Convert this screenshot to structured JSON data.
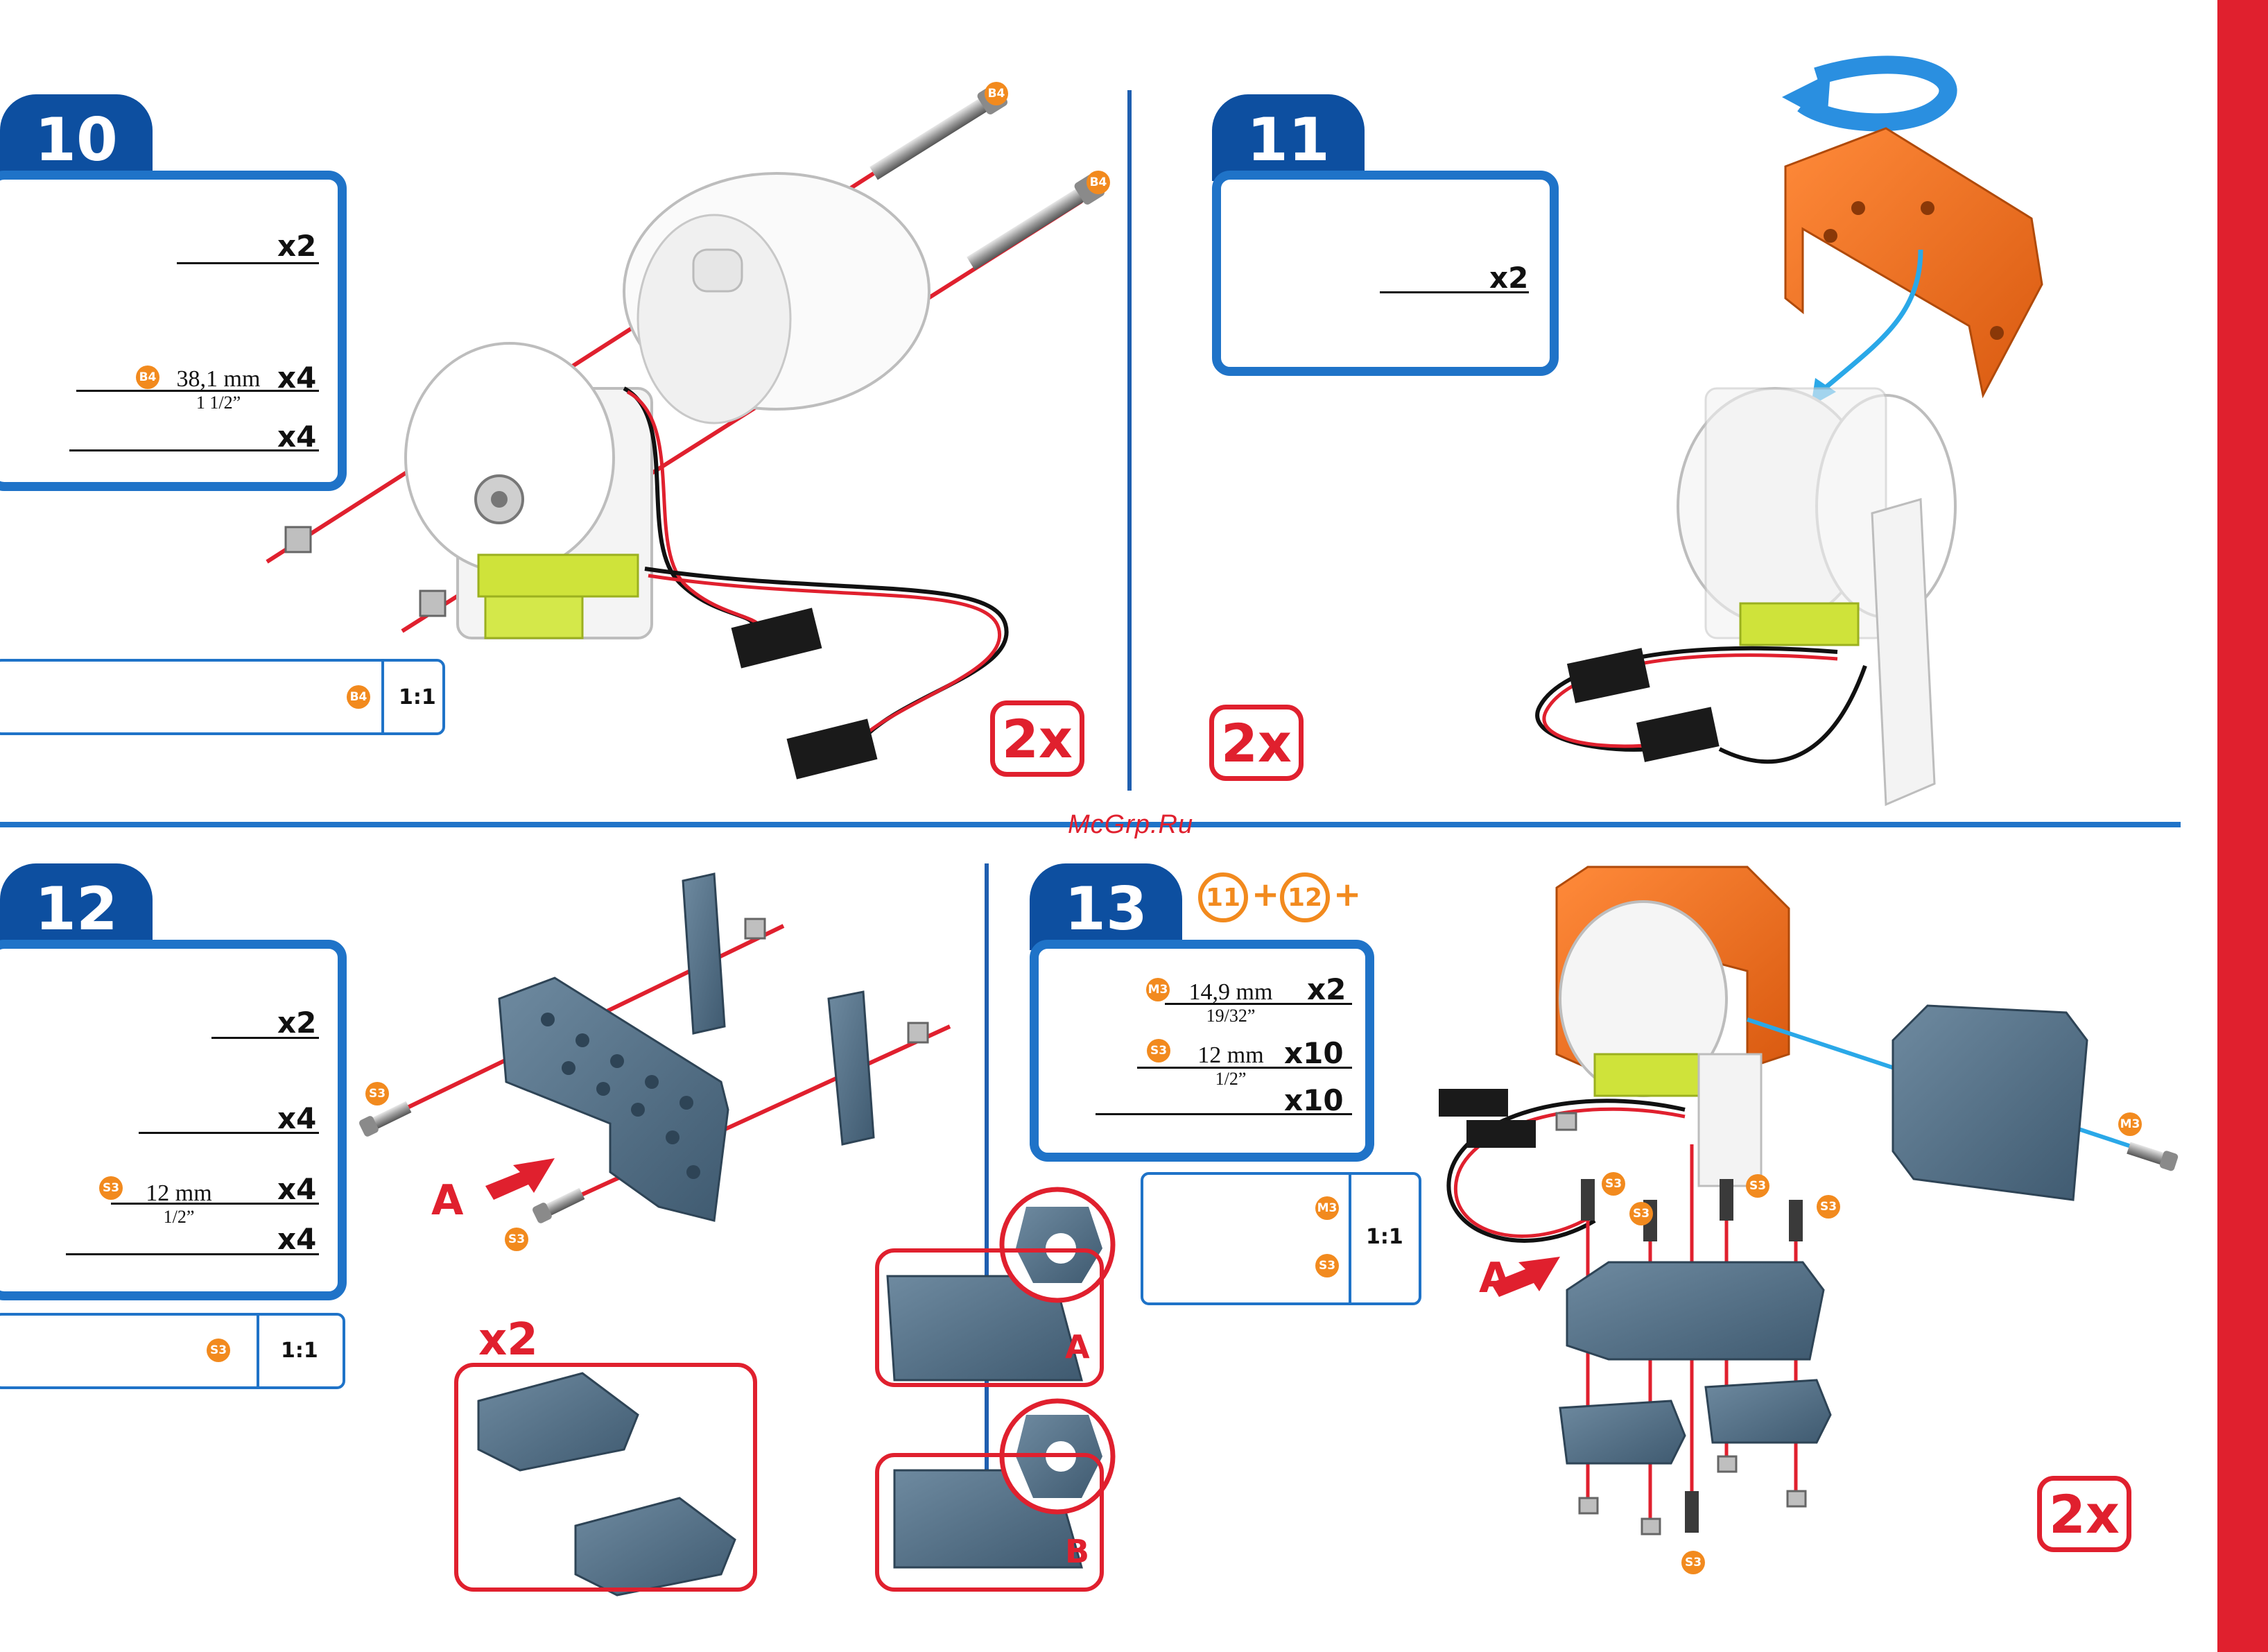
{
  "watermark": "McGrp.Ru",
  "colors": {
    "brand_blue": "#0d4fa0",
    "accent_red": "#e0202e",
    "part_orange": "#f28a1e",
    "part_slate": "#4f6b80"
  },
  "step10": {
    "number": "10",
    "parts": [
      {
        "qty": "x2"
      },
      {
        "qty": "x4",
        "badge": "B4",
        "length_mm": "38,1 mm",
        "length_in": "1 1/2”"
      },
      {
        "qty": "x4"
      }
    ],
    "scale": {
      "badge": "B4",
      "ratio": "1:1"
    },
    "bolt_badges": [
      "B4",
      "B4"
    ],
    "multiplier": "2x"
  },
  "step11": {
    "number": "11",
    "parts": [
      {
        "qty": "x2"
      }
    ],
    "multiplier": "2x"
  },
  "step12": {
    "number": "12",
    "parts": [
      {
        "qty": "x2"
      },
      {
        "qty": "x4"
      },
      {
        "qty": "x4",
        "badge": "S3",
        "length_mm": "12 mm",
        "length_in": "1/2”"
      },
      {
        "qty": "x4"
      }
    ],
    "scale": {
      "badge": "S3",
      "ratio": "1:1"
    },
    "bolt_badges": [
      "S3",
      "S3"
    ],
    "arrow_label": "A",
    "x2_label": "x2",
    "detail_labels": [
      "A",
      "B"
    ]
  },
  "step13": {
    "number": "13",
    "prereq": [
      "11",
      "12"
    ],
    "plus": "+",
    "parts": [
      {
        "qty": "x2",
        "badge": "M3",
        "length_mm": "14,9 mm",
        "length_in": "19/32”"
      },
      {
        "qty": "x10",
        "badge": "S3",
        "length_mm": "12 mm",
        "length_in": "1/2”"
      },
      {
        "qty": "x10"
      }
    ],
    "scale": {
      "badges": [
        "M3",
        "S3"
      ],
      "ratio": "1:1"
    },
    "bolt_badges": [
      "M3",
      "S3",
      "S3",
      "S3",
      "S3",
      "S3"
    ],
    "arrow_label": "A",
    "multiplier": "2x"
  }
}
